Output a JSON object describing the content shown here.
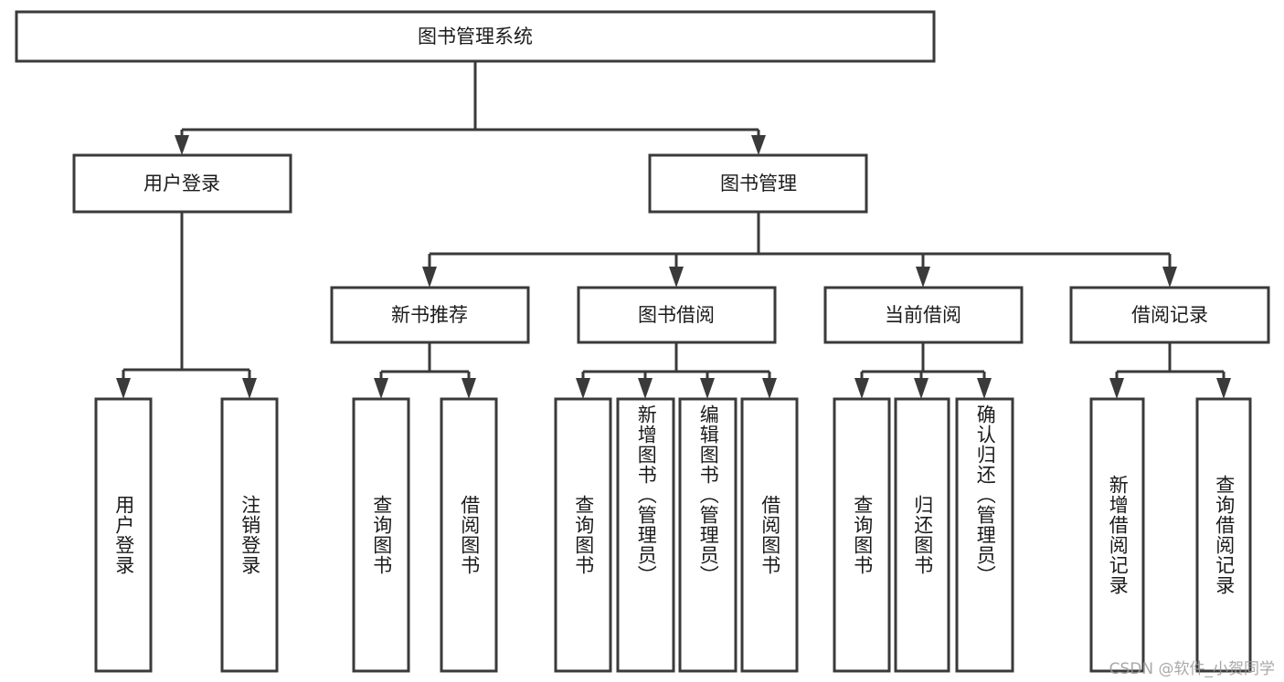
{
  "diagram": {
    "type": "tree",
    "title": "图书管理系统",
    "watermark": "CSDN @软件_小贺同学",
    "colors": {
      "stroke": "#3a3a3a",
      "box_fill": "#ffffff",
      "text": "#1b1b1b",
      "background": "#ffffff",
      "watermark": "#9a9a9a"
    },
    "levels": {
      "root": {
        "label": "图书管理系统"
      },
      "level2": [
        {
          "label": "用户登录"
        },
        {
          "label": "图书管理"
        }
      ],
      "level3": [
        {
          "label": "新书推荐"
        },
        {
          "label": "图书借阅"
        },
        {
          "label": "当前借阅"
        },
        {
          "label": "借阅记录"
        }
      ],
      "leaves": {
        "user_login": [
          {
            "label": "用户登录"
          },
          {
            "label": "注销登录"
          }
        ],
        "new_book": [
          {
            "label": "查询图书"
          },
          {
            "label": "借阅图书"
          }
        ],
        "borrow_book": [
          {
            "label": "查询图书"
          },
          {
            "label": "新增图书（管理员）"
          },
          {
            "label": "编辑图书（管理员）"
          },
          {
            "label": "借阅图书"
          }
        ],
        "current_borrow": [
          {
            "label": "查询图书"
          },
          {
            "label": "归还图书"
          },
          {
            "label": "确认归还（管理员）"
          }
        ],
        "borrow_record": [
          {
            "label": "新增借阅记录"
          },
          {
            "label": "查询借阅记录"
          }
        ]
      }
    }
  }
}
